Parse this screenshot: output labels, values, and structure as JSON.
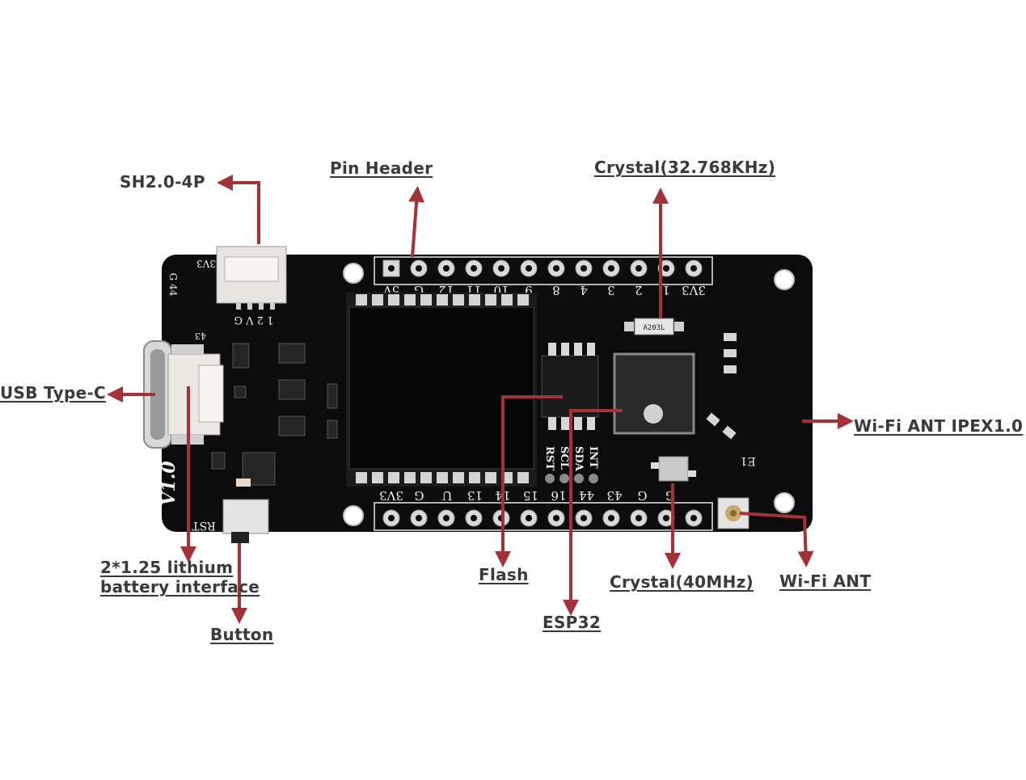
{
  "labels": {
    "sh_connector": "SH2.0-4P",
    "pin_header": "Pin Header",
    "crystal_32k": "Crystal(32.768KHz)",
    "usb": "USB Type-C",
    "wifi_ipex": "Wi-Fi  ANT IPEX1.0",
    "battery_line1": "2*1.25 lithium",
    "battery_line2": "battery interface",
    "button": "Button",
    "flash": "Flash",
    "esp32": "ESP32",
    "crystal_40m": "Crystal(40MHz)",
    "wifi_ant": "Wi-Fi  ANT"
  },
  "board": {
    "top_pins": [
      "3V3",
      "1",
      "2",
      "3",
      "4",
      "8",
      "9",
      "10",
      "11",
      "12",
      "G",
      "5V"
    ],
    "bottom_pins": [
      "3V3",
      "G",
      "U",
      "13",
      "14",
      "15",
      "16",
      "44",
      "43",
      "G",
      "G"
    ],
    "io_labels": [
      "RST",
      "SCL",
      "SDA",
      "INT"
    ],
    "version": "V1.0",
    "rst_label": "RST",
    "sh_pin_labels": "1 2 V G",
    "sh_silk": "3V3",
    "corner_silk": "G 44",
    "side_silk": "43",
    "antenna_silk": "E1",
    "crystal_marking": "A203L"
  },
  "colors": {
    "arrow": "#a33236",
    "board": "#0c0c0c",
    "label_text": "#3a3a3a"
  }
}
